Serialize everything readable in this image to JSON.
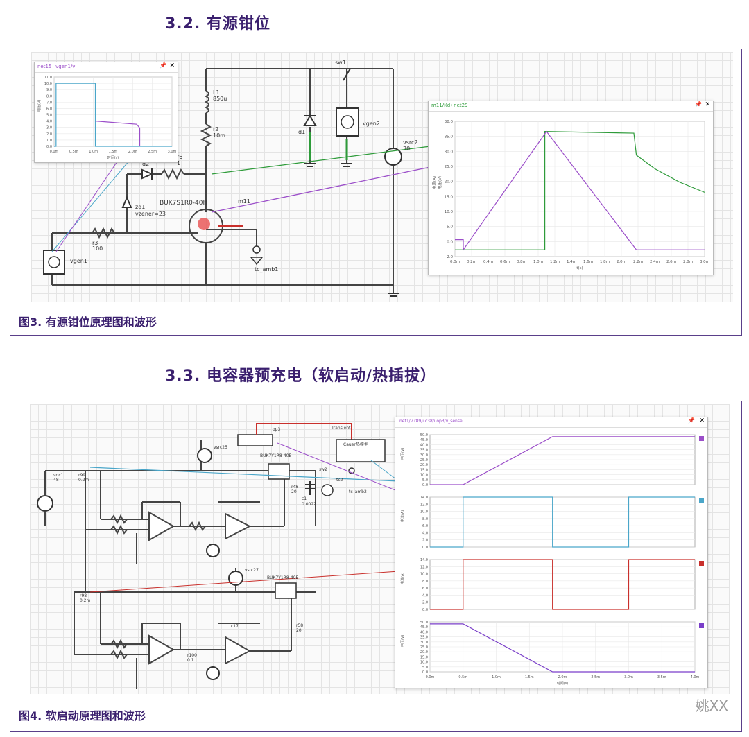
{
  "section1": {
    "title": "3.2.  有源钳位"
  },
  "figure3": {
    "caption": "图3.  有源钳位原理图和波形",
    "components": {
      "sw1": "sw1",
      "L1": "L1",
      "L1_val": "850u",
      "r2": "r2",
      "r2_val": "10m",
      "d1": "d1",
      "vgen2": "vgen2",
      "vsrc2": "vsrc2",
      "vsrc2_val": "30",
      "d2": "d2",
      "r6": "r6",
      "r6_val": "1",
      "zd1": "zd1",
      "zd1_val": "vzener=23",
      "mosfet": "BUK7S1R0-40H",
      "m11": "m11",
      "r3": "r3",
      "r3_val": "100",
      "vgen1": "vgen1",
      "tc_amb1": "tc_amb1"
    },
    "mini_plot": {
      "tab": "net15 _vgen1/v",
      "ylabel": "电压(V)",
      "xlabel": "时间(s)",
      "yticks": [
        "11.0",
        "10.0",
        "9.0",
        "8.0",
        "7.0",
        "6.0",
        "5.0",
        "4.0",
        "3.0",
        "2.0",
        "1.0",
        "0.0"
      ],
      "xticks": [
        "0.0m",
        "0.5m",
        "1.0m",
        "1.5m",
        "2.0m",
        "2.5m",
        "3.0m"
      ]
    },
    "main_plot": {
      "tab": "m11/i(d)  net29",
      "yticks": [
        "38.0",
        "35.0",
        "30.0",
        "25.0",
        "20.0",
        "15.0",
        "10.0",
        "5.0",
        "0.0",
        "-2.0"
      ],
      "ylabel_left": "电流(A)",
      "ylabel_right": "电压(V)",
      "xticks": [
        "0.0m",
        "0.2m",
        "0.4m",
        "0.6m",
        "0.8m",
        "1.0m",
        "1.2m",
        "1.4m",
        "1.6m",
        "1.8m",
        "2.0m",
        "2.2m",
        "2.4m",
        "2.6m",
        "2.8m",
        "3.0m"
      ],
      "xlabel": "t(s)"
    }
  },
  "section2": {
    "title": "3.3.  电容器预充电（软启动/热插拔）"
  },
  "figure4": {
    "caption": "图4.  软启动原理图和波形",
    "components": {
      "vdc1": "vdc1",
      "vdc1_val": "48",
      "r99": "r99",
      "r99_val": "0.2m",
      "op3": "op3",
      "mosfet1": "BUK7Y1R8-40E",
      "tc2": "tc2",
      "tc_amb2": "tc_amb2",
      "c1": "c1",
      "c1_val": "0.0022",
      "r48": "r48",
      "r48_val": "20",
      "sw2": "sw2",
      "mosfet2": "BUK7Y1R8-40E",
      "r98": "r98",
      "r98_val": "0.2m",
      "vsrc25": "vsrc25",
      "vsrc27": "vsrc27",
      "r100": "r100",
      "r100_val": "0.1",
      "r58": "r58",
      "r58_val": "20",
      "c17": "c17",
      "cauer_label": "Cauer热模型",
      "transient_label": "Transient"
    },
    "plot_tab": "net1/v  r89/i  c38/i  op3/v_sense",
    "panels": [
      {
        "ylabel": "电压(V)",
        "yticks": [
          "50.0",
          "45.0",
          "40.0",
          "35.0",
          "30.0",
          "25.0",
          "20.0",
          "15.0",
          "10.0",
          "5.0",
          "0.0"
        ]
      },
      {
        "ylabel": "电流(A)",
        "yticks": [
          "14.0",
          "12.0",
          "10.0",
          "8.0",
          "6.0",
          "4.0",
          "2.0",
          "0.0"
        ]
      },
      {
        "ylabel": "电流(A)",
        "yticks": [
          "14.0",
          "12.0",
          "10.0",
          "8.0",
          "6.0",
          "4.0",
          "2.0",
          "0.0"
        ]
      },
      {
        "ylabel": "电压(V)",
        "yticks": [
          "50.0",
          "45.0",
          "40.0",
          "35.0",
          "30.0",
          "25.0",
          "20.0",
          "15.0",
          "10.0",
          "5.0",
          "0.0"
        ]
      }
    ],
    "xticks": [
      "0.0m",
      "0.5m",
      "1.0m",
      "1.5m",
      "2.0m",
      "2.5m",
      "3.0m",
      "3.5m",
      "4.0m"
    ],
    "xlabel": "时间(s)"
  },
  "colors": {
    "purple": "#9b4ec9",
    "green": "#2e9b3a",
    "blue": "#4aa6c9",
    "red": "#c9302c",
    "heading": "#3a1f6e"
  },
  "watermark": "姚XX"
}
